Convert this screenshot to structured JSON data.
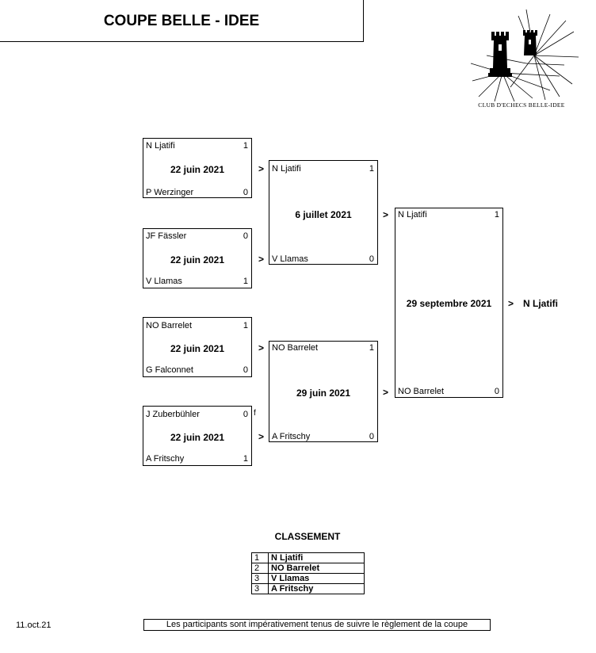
{
  "header": {
    "title": "COUPE BELLE - IDEE"
  },
  "logo": {
    "text": "CLUB D'ECHECS BELLE-IDEE"
  },
  "round1": [
    {
      "p1": "N Ljatifi",
      "s1": "1",
      "date": "22 juin 2021",
      "p2": "P Werzinger",
      "s2": "0"
    },
    {
      "p1": "JF Fässler",
      "s1": "0",
      "date": "22 juin 2021",
      "p2": "V Llamas",
      "s2": "1"
    },
    {
      "p1": "NO Barrelet",
      "s1": "1",
      "date": "22 juin 2021",
      "p2": "G Falconnet",
      "s2": "0"
    },
    {
      "p1": "J Zuberbühler",
      "s1": "0",
      "flag": "f",
      "date": "22 juin 2021",
      "p2": "A Fritschy",
      "s2": "1"
    }
  ],
  "round2": [
    {
      "p1": "N Ljatifi",
      "s1": "1",
      "date": "6 juillet 2021",
      "p2": "V Llamas",
      "s2": "0"
    },
    {
      "p1": "NO Barrelet",
      "s1": "1",
      "date": "29 juin 2021",
      "p2": "A Fritschy",
      "s2": "0"
    }
  ],
  "final": {
    "p1": "N Ljatifi",
    "s1": "1",
    "date": "29 septembre 2021",
    "p2": "NO Barrelet",
    "s2": "0"
  },
  "winner": "N Ljatifi",
  "arrow": ">",
  "ranking": {
    "title": "CLASSEMENT",
    "rows": [
      {
        "rank": "1",
        "name": "N Ljatifi"
      },
      {
        "rank": "2",
        "name": "NO Barrelet"
      },
      {
        "rank": "3",
        "name": "V Llamas"
      },
      {
        "rank": "3",
        "name": "A Fritschy"
      }
    ]
  },
  "footer": {
    "date": "11.oct.21",
    "notice": "Les participants sont impérativement tenus de suivre le règlement de la coupe"
  }
}
